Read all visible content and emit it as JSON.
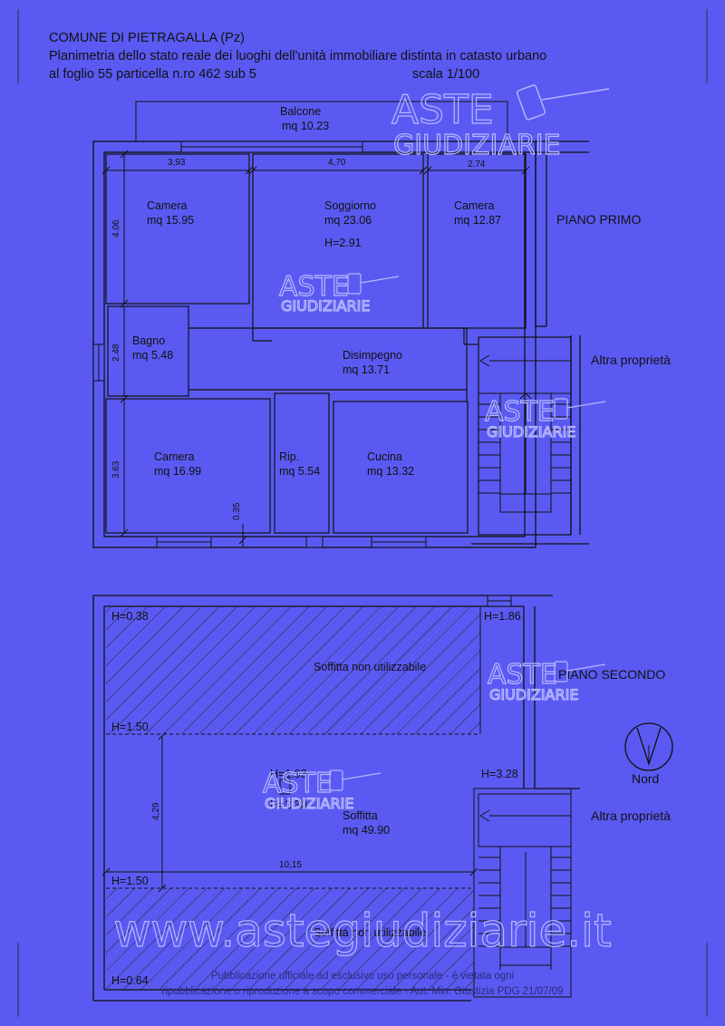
{
  "header": {
    "line1": "COMUNE DI PIETRAGALLA (Pz)",
    "line2": "Planimetria dello stato reale dei luoghi dell'unità immobiliare distinta in catasto urbano",
    "line3": "al foglio 55 particella n.ro 462 sub 5",
    "scale": "scala 1/100"
  },
  "floor1": {
    "title": "PIANO PRIMO",
    "other_property": "Altra proprietà",
    "balcony": {
      "name": "Balcone",
      "area": "mq 10.23"
    },
    "rooms": {
      "camera_nw": {
        "name": "Camera",
        "area": "mq 15.95"
      },
      "soggiorno": {
        "name": "Soggiorno",
        "area": "mq 23.06",
        "height": "H=2.91"
      },
      "camera_ne": {
        "name": "Camera",
        "area": "mq 12.87"
      },
      "bagno": {
        "name": "Bagno",
        "area": "mq 5.48"
      },
      "disimpegno": {
        "name": "Disimpegno",
        "area": "mq 13.71"
      },
      "camera_sw": {
        "name": "Camera",
        "area": "mq 16.99"
      },
      "ripostiglio": {
        "name": "Rip.",
        "area": "mq 5.54"
      },
      "cucina": {
        "name": "Cucina",
        "area": "mq 13.32"
      }
    },
    "dimensions": {
      "d393": "3,93",
      "d470": "4,70",
      "d274": "2.74",
      "d406": "4.06",
      "d248": "2.48",
      "d363": "3.63",
      "d035": "0.35"
    }
  },
  "floor2": {
    "title": "PIANO SECONDO",
    "other_property": "Altra proprietà",
    "north": "Nord",
    "attic_unusable": "Soffitta non utilizzabile",
    "attic": {
      "name": "Soffitta",
      "area": "mq 49.90"
    },
    "heights": {
      "h038": "H=0.38",
      "h186": "H=1.86",
      "h150a": "H=1.50",
      "h193": "H=1.93",
      "h230": "H=2.30",
      "h328": "H=3.28",
      "h150b": "H=1.50",
      "h064": "H=0.64"
    },
    "dimensions": {
      "d429": "4,29",
      "d1015": "10,15"
    }
  },
  "watermark": {
    "brand_top": "ASTE",
    "brand_bottom": "GIUDIZIARIE",
    "url": "www.astegiudiziarie.it"
  },
  "footer": {
    "line1": "Pubblicazione ufficiale ad esclusivo uso personale - è vietata ogni",
    "line2": "ripubblicazione o riproduzione a scopo commerciale - Aut. Min. Giustizia PDG 21/07/09"
  },
  "colors": {
    "background": "#5a5af2",
    "line": "#111111",
    "watermark": "#b7b7ff"
  }
}
